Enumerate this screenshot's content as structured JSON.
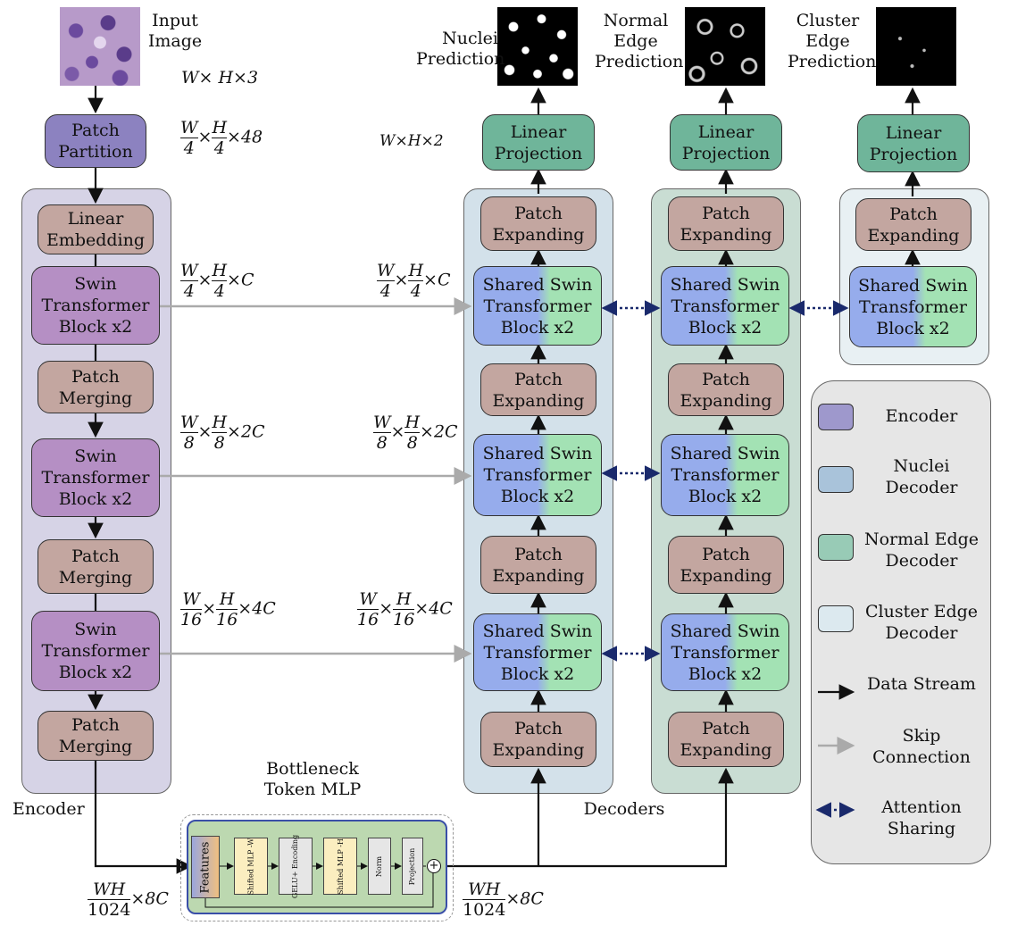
{
  "input": {
    "label_line1": "Input",
    "label_line2": "Image",
    "dims": "W× H×3"
  },
  "encoder": {
    "panel_label": "Encoder",
    "patch_partition": "Patch Partition",
    "linear_embedding": "Linear Embedding",
    "swin_block": "Swin Transformer Block x2",
    "patch_merging": "Patch Merging"
  },
  "dims": {
    "partition": {
      "num1": "W",
      "den1": "4",
      "num2": "H",
      "den2": "4",
      "tail": "×48"
    },
    "stage1": {
      "num1": "W",
      "den1": "4",
      "num2": "H",
      "den2": "4",
      "tail": "×C"
    },
    "stage2": {
      "num1": "W",
      "den1": "8",
      "num2": "H",
      "den2": "8",
      "tail": "×2C"
    },
    "stage3": {
      "num1": "W",
      "den1": "16",
      "num2": "H",
      "den2": "16",
      "tail": "×4C"
    },
    "output": "W×H×2",
    "bottleneck": {
      "num": "WH",
      "den": "1024",
      "tail": "×8C"
    }
  },
  "decoders": {
    "panel_label": "Decoders",
    "linear_projection": "Linear Projection",
    "patch_expanding": "Patch Expanding",
    "shared_swin": "Shared Swin Transformer Block x2"
  },
  "predictions": {
    "nuclei_line1": "Nuclei",
    "nuclei_line2": "Prediction",
    "normal_line1": "Normal",
    "normal_line2": "Edge",
    "normal_line3": "Prediction",
    "cluster_line1": "Cluster",
    "cluster_line2": "Edge",
    "cluster_line3": "Prediction"
  },
  "bottleneck": {
    "title_line1": "Bottleneck",
    "title_line2": "Token MLP",
    "features": "Features",
    "shifted_w": "Shifted MLP -W",
    "gelu": "GELU+ Encoding",
    "shifted_h": "Shifted MLP -H",
    "norm": "Norm",
    "projection": "Projection",
    "plus": "+"
  },
  "legend": {
    "encoder": "Encoder",
    "nuclei_line1": "Nuclei",
    "nuclei_line2": "Decoder",
    "normal_line1": "Normal Edge",
    "normal_line2": "Decoder",
    "cluster_line1": "Cluster Edge",
    "cluster_line2": "Decoder",
    "data_stream": "Data Stream",
    "skip_line1": "Skip",
    "skip_line2": "Connection",
    "attention_line1": "Attention",
    "attention_line2": "Sharing"
  },
  "colors": {
    "encoder_panel": "#d6d3e6",
    "nuclei_panel": "#d3e1ea",
    "normal_panel": "#c9ddd3",
    "cluster_panel": "#e8f0f3",
    "legend_panel": "#e6e6e6"
  }
}
